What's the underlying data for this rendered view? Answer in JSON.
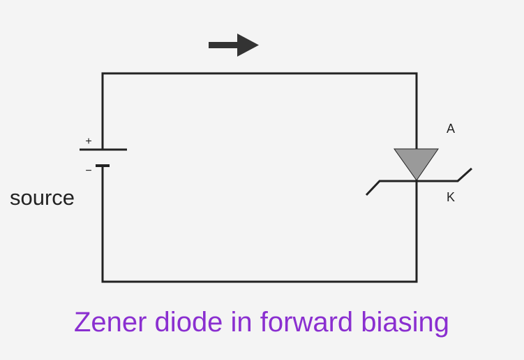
{
  "diagram": {
    "caption": "Zener diode in forward biasing",
    "source_label": "source",
    "plus_sign": "+",
    "minus_sign": "−",
    "anode_label": "A",
    "cathode_label": "K"
  },
  "colors": {
    "background": "#f4f4f4",
    "wire": "#222222",
    "diode_fill": "#9a9a9a",
    "arrow": "#333333",
    "caption": "#8a2fd0"
  },
  "icons": {
    "current_direction": "arrow-right-icon",
    "battery": "battery-symbol-icon",
    "zener": "zener-diode-symbol-icon"
  }
}
